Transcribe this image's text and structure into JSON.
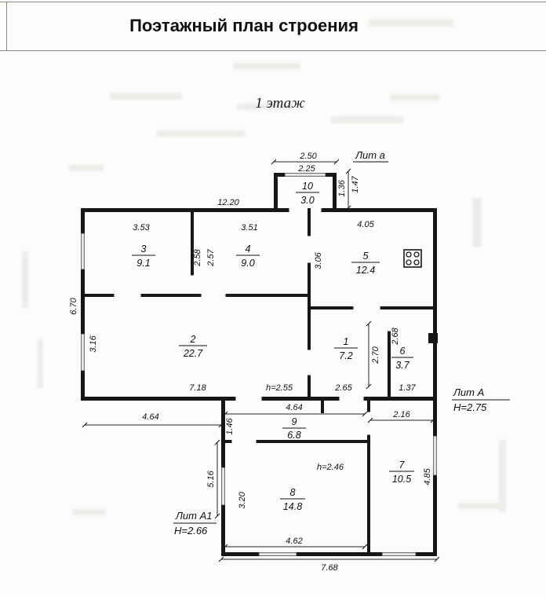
{
  "page": {
    "title": "Поэтажный план строения",
    "floor_label": "1 этаж"
  },
  "plan": {
    "buildings": {
      "lit_a": {
        "label": "Лит а"
      },
      "lit_A": {
        "label": "Лит А",
        "height": "Н=2.75"
      },
      "lit_A1": {
        "label": "Лит А1",
        "height": "Н=2.66"
      }
    },
    "rooms": {
      "r1": {
        "number": "1",
        "area": "7.2"
      },
      "r2": {
        "number": "2",
        "area": "22.7"
      },
      "r3": {
        "number": "3",
        "area": "9.1"
      },
      "r4": {
        "number": "4",
        "area": "9.0"
      },
      "r5": {
        "number": "5",
        "area": "12.4"
      },
      "r6": {
        "number": "6",
        "area": "3.7"
      },
      "r7": {
        "number": "7",
        "area": "10.5"
      },
      "r8": {
        "number": "8",
        "area": "14.8"
      },
      "r9": {
        "number": "9",
        "area": "6.8"
      },
      "r10": {
        "number": "10",
        "area": "3.0"
      }
    },
    "dims": {
      "annex_top_outer": "2.50",
      "annex_top_inner": "2.25",
      "annex_right_inner": "1.36",
      "annex_right_outer": "1.47",
      "main_width": "12.20",
      "room3_width": "3.53",
      "room4_width": "3.51",
      "room5_width": "4.05",
      "room3_depth": "2.58",
      "room4_depth": "2.57",
      "room5_depth": "3.06",
      "main_left_height": "6.70",
      "room2_depth": "3.16",
      "room2_width": "7.18",
      "room2_ceiling_h": "h=2.55",
      "room1_width": "2.65",
      "room1_depth": "2.70",
      "room6_width": "1.37",
      "room6_depth": "2.68",
      "offset_left": "4.64",
      "room9_width": "4.64",
      "room9_depth": "1.46",
      "room7_width": "2.16",
      "room7_depth": "4.85",
      "room8_ceiling_h": "h=2.46",
      "annex1_left_height": "5.16",
      "room8_depth": "3.20",
      "room8_width": "4.62",
      "annex1_total_width": "7.68"
    },
    "symbols": {
      "stove": "4-burner-stove"
    }
  }
}
